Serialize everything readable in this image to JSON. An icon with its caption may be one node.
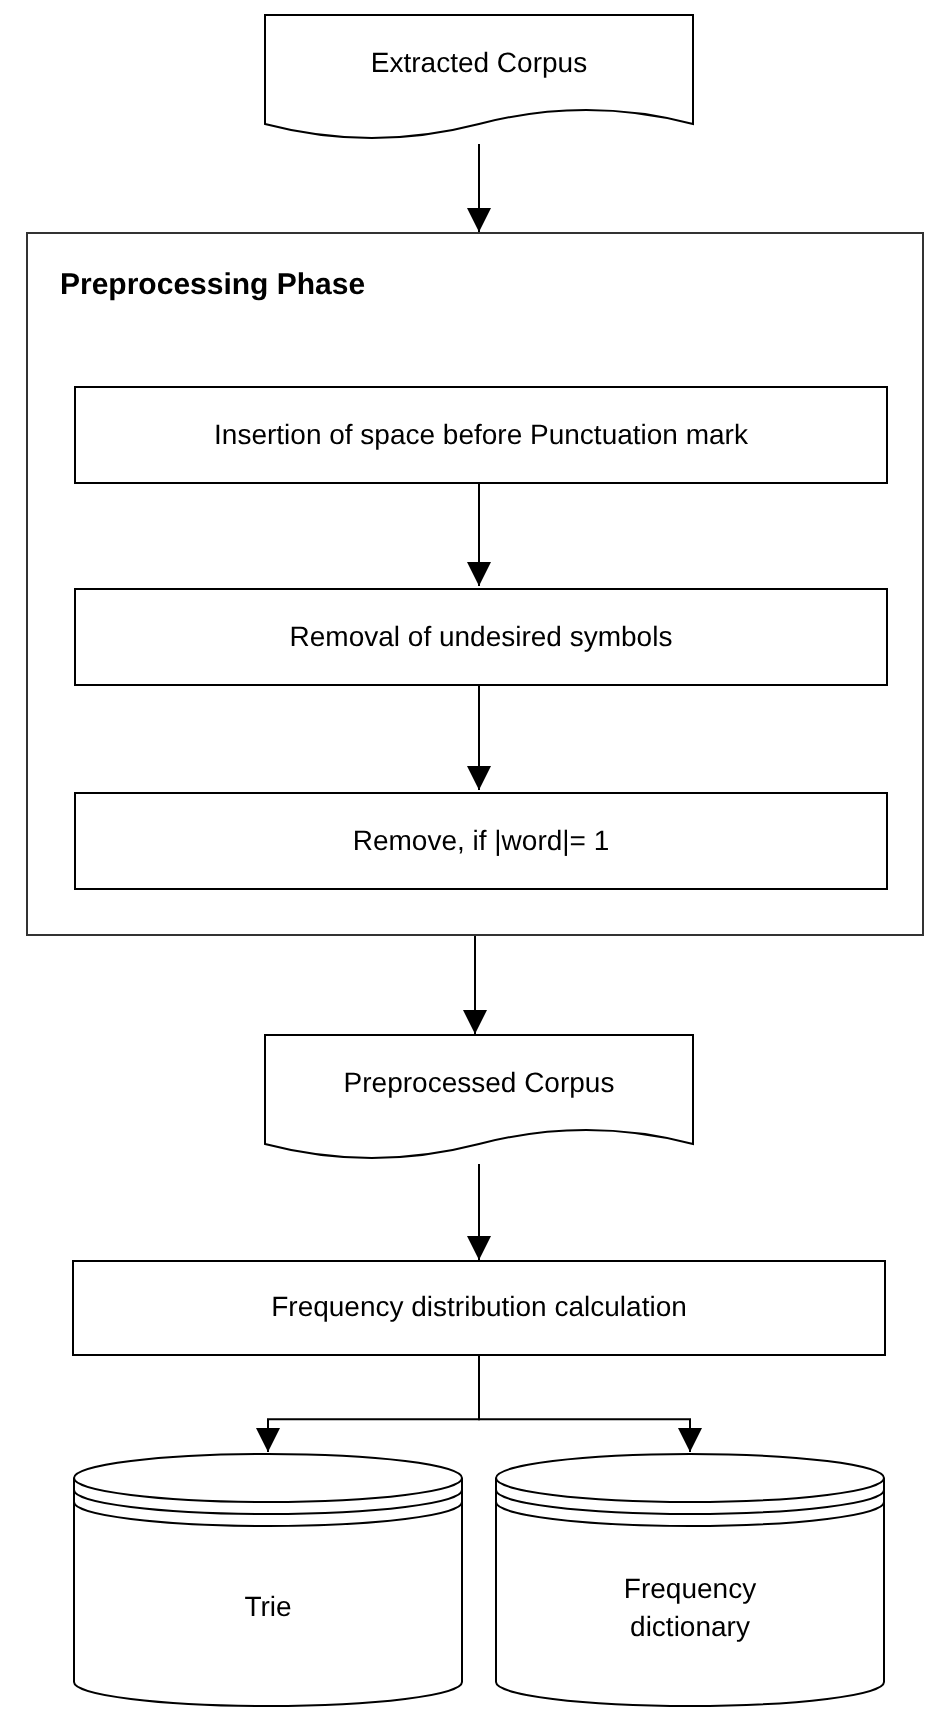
{
  "diagram": {
    "nodes": [
      {
        "text": [
          "Extracted Corpus"
        ]
      },
      {
        "text": [
          "Preprocessing Phase"
        ]
      },
      {
        "text": [
          "Insertion of space before Punctuation mark"
        ],
        "in": 1
      },
      {
        "text": [
          "Removal of undesired symbols"
        ],
        "in": 1
      },
      {
        "text": [
          "Remove, if |word|= 1"
        ],
        "in": 1
      },
      {
        "text": [
          "Preprocessed Corpus"
        ]
      },
      {
        "text": [
          "Frequency distribution calculation"
        ]
      },
      {
        "text": [
          "Trie"
        ]
      },
      {
        "text": [
          "Frequency dictionary"
        ]
      }
    ],
    "edges": [
      {
        "from": 0,
        "to": 1,
        "arrow": "to"
      },
      {
        "from": 2,
        "to": 3,
        "arrow": "to"
      },
      {
        "from": 3,
        "to": 4,
        "arrow": "to"
      },
      {
        "from": 1,
        "to": 5,
        "arrow": "to"
      },
      {
        "from": 5,
        "to": 6,
        "arrow": "to"
      },
      {
        "from": 6,
        "to": 7,
        "arrow": "to"
      },
      {
        "from": 6,
        "to": 8,
        "arrow": "to"
      }
    ]
  }
}
